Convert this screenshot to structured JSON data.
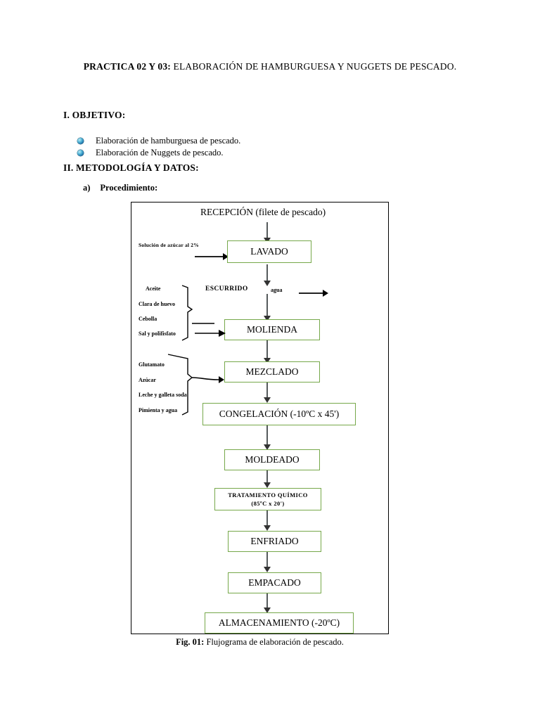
{
  "document": {
    "title_prefix": "PRACTICA 02 Y 03:",
    "title_rest": " ELABORACIÓN DE HAMBURGUESA Y NUGGETS DE PESCADO."
  },
  "sections": {
    "objetivo_heading": "I. OBJETIVO:",
    "objetivo_items": [
      "Elaboración de hamburguesa de pescado.",
      "Elaboración de Nuggets de pescado."
    ],
    "metodologia_heading": "II. METODOLOGÍA Y DATOS:",
    "procedimiento_marker": "a)",
    "procedimiento_label": "Procedimiento:"
  },
  "figure": {
    "caption_label": "Fig. 01:",
    "caption_text": " Flujograma de elaboración de pescado.",
    "box_border_color": "#76a84a",
    "frame_border_color": "#000000"
  },
  "chart_data": {
    "type": "diagram",
    "title": "Flujograma de elaboración de pescado",
    "nodes": [
      {
        "id": "recepcion",
        "label": "RECEPCIÓN (filete de pescado)",
        "boxed": false
      },
      {
        "id": "lavado",
        "label": "LAVADO",
        "boxed": true
      },
      {
        "id": "escurrido",
        "label": "ESCURRIDO",
        "boxed": false
      },
      {
        "id": "agua",
        "label": "agua",
        "boxed": false
      },
      {
        "id": "molienda",
        "label": "MOLIENDA",
        "boxed": true
      },
      {
        "id": "mezclado",
        "label": "MEZCLADO",
        "boxed": true
      },
      {
        "id": "congelacion",
        "label": "CONGELACIÓN (-10ºC x 45')",
        "boxed": true
      },
      {
        "id": "moldeado",
        "label": "MOLDEADO",
        "boxed": true
      },
      {
        "id": "tratamiento",
        "label": "TRATAMIENTO QUÍMICO",
        "label2": "(85ºC x 20')",
        "boxed": true
      },
      {
        "id": "enfriado",
        "label": "ENFRIADO",
        "boxed": true
      },
      {
        "id": "empacado",
        "label": "EMPACADO",
        "boxed": true
      },
      {
        "id": "almacenamiento",
        "label": "ALMACENAMIENTO (-20ºC)",
        "boxed": true
      }
    ],
    "inputs": {
      "lavado_input": "Solución de azúcar al 2%",
      "molienda_group": [
        "Aceite",
        "Clara de huevo",
        "Cebolla",
        "Sal y polifisfato"
      ],
      "mezclado_group": [
        "Glutamato",
        "Azúcar",
        "Leche y galleta soda",
        "Pimienta y agua"
      ]
    },
    "edges": [
      [
        "recepcion",
        "lavado"
      ],
      [
        "lavado",
        "escurrido"
      ],
      [
        "escurrido",
        "molienda"
      ],
      [
        "molienda",
        "mezclado"
      ],
      [
        "mezclado",
        "congelacion"
      ],
      [
        "congelacion",
        "moldeado"
      ],
      [
        "moldeado",
        "tratamiento"
      ],
      [
        "tratamiento",
        "enfriado"
      ],
      [
        "enfriado",
        "empacado"
      ],
      [
        "empacado",
        "almacenamiento"
      ]
    ]
  }
}
